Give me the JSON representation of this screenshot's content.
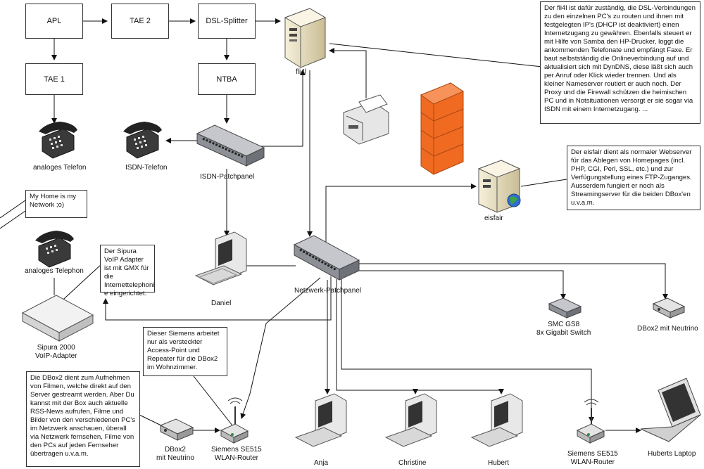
{
  "boxes": {
    "apl": "APL",
    "tae2": "TAE 2",
    "dsl_splitter": "DSL-Splitter",
    "tae1": "TAE 1",
    "ntba": "NTBA"
  },
  "labels": {
    "fli4l": "fli4l",
    "analog_phone_1": "analoges Telefon",
    "isdn_phone": "ISDN-Telefon",
    "isdn_patchpanel": "ISDN-Patchpanel",
    "eisfair": "eisfair",
    "daniel": "Daniel",
    "network_patchpanel": "Netzwerk-Patchpanel",
    "smc_line1": "SMC GS8",
    "smc_line2": "8x Gigabit Switch",
    "dbox2_right": "DBox2 mit Neutrino",
    "analog_phone_2": "analoges Telephon",
    "sipura_line1": "Sipura 2000",
    "sipura_line2": "VoIP-Adapter",
    "dbox2_left_line1": "DBox2",
    "dbox2_left_line2": "mit Neutrino",
    "router_left_line1": "Siemens SE515",
    "router_left_line2": "WLAN-Router",
    "anja": "Anja",
    "christine": "Christine",
    "hubert": "Hubert",
    "router_right_line1": "Siemens SE515",
    "router_right_line2": "WLAN-Router",
    "laptop": "Huberts Laptop"
  },
  "notes": {
    "fli4l_note": "Der fli4l ist dafür zuständig, die DSL-Verbindungen zu den einzelnen PC's zu routen und ihnen mit festgelegten IP's (DHCP ist deaktiviert) einen Internetzugang zu gewähren. Ebenfalls steuert er mit Hilfe von Samba den HP-Drucker, loggt die ankommenden Telefonate und empfängt Faxe. Er baut selbstständig die Onlineverbindung auf und aktualisiert sich mit DynDNS, diese läßt sich auch per Anruf oder Klick wieder trennen. Und als kleiner Nameserver routiert er auch noch. Der Proxy und die Firewall schützen die heimischen PC und in Notsituationen versorgt er sie sogar via ISDN mit einem Internetzugang. ...",
    "eisfair_note": "Der eisfair dient als normaler Webserver für das Ablegen von Homepages (incl. PHP, CGI, Perl, SSL, etc.) und zur Verfügungstellung eines FTP-Zuganges. Ausserdem fungiert er noch als Streamingserver für die beiden DBox'en u.v.a.m.",
    "home_note": "My Home is my Network ;o)",
    "sipura_note": "Der Sipura VoIP Adapter ist mit GMX für die Internettelephoni e eingerichtet.",
    "siemens_note": "Dieser Siemens arbeitet nur als versteckter Access-Point und Repeater für die DBox2 im Wohnzimmer.",
    "dbox_note": "Die DBox2 dient zum Aufnehmen von Filmen, welche direkt auf den Server gestreamt werden. Aber Du kannst mit der Box auch aktuelle RSS-News aufrufen, Filme und Bilder von den verschiedenen PC's im Netzwerk anschauen, überall via Netzwerk fernsehen, Filme von den PCs auf jeden Fernseher übertragen u.v.a.m."
  },
  "colors": {
    "firewall": "#f06a22",
    "server_body": "#efe6c8",
    "patchpanel": "#8d9096",
    "globe": "#2f6fd0"
  },
  "icons": [
    "server-icon",
    "printer-icon",
    "firewall-icon",
    "telephone-icon",
    "patchpanel-icon",
    "pc-icon",
    "switch-icon",
    "dbox-icon",
    "router-icon",
    "laptop-icon",
    "voip-adapter-icon",
    "globe-icon"
  ]
}
